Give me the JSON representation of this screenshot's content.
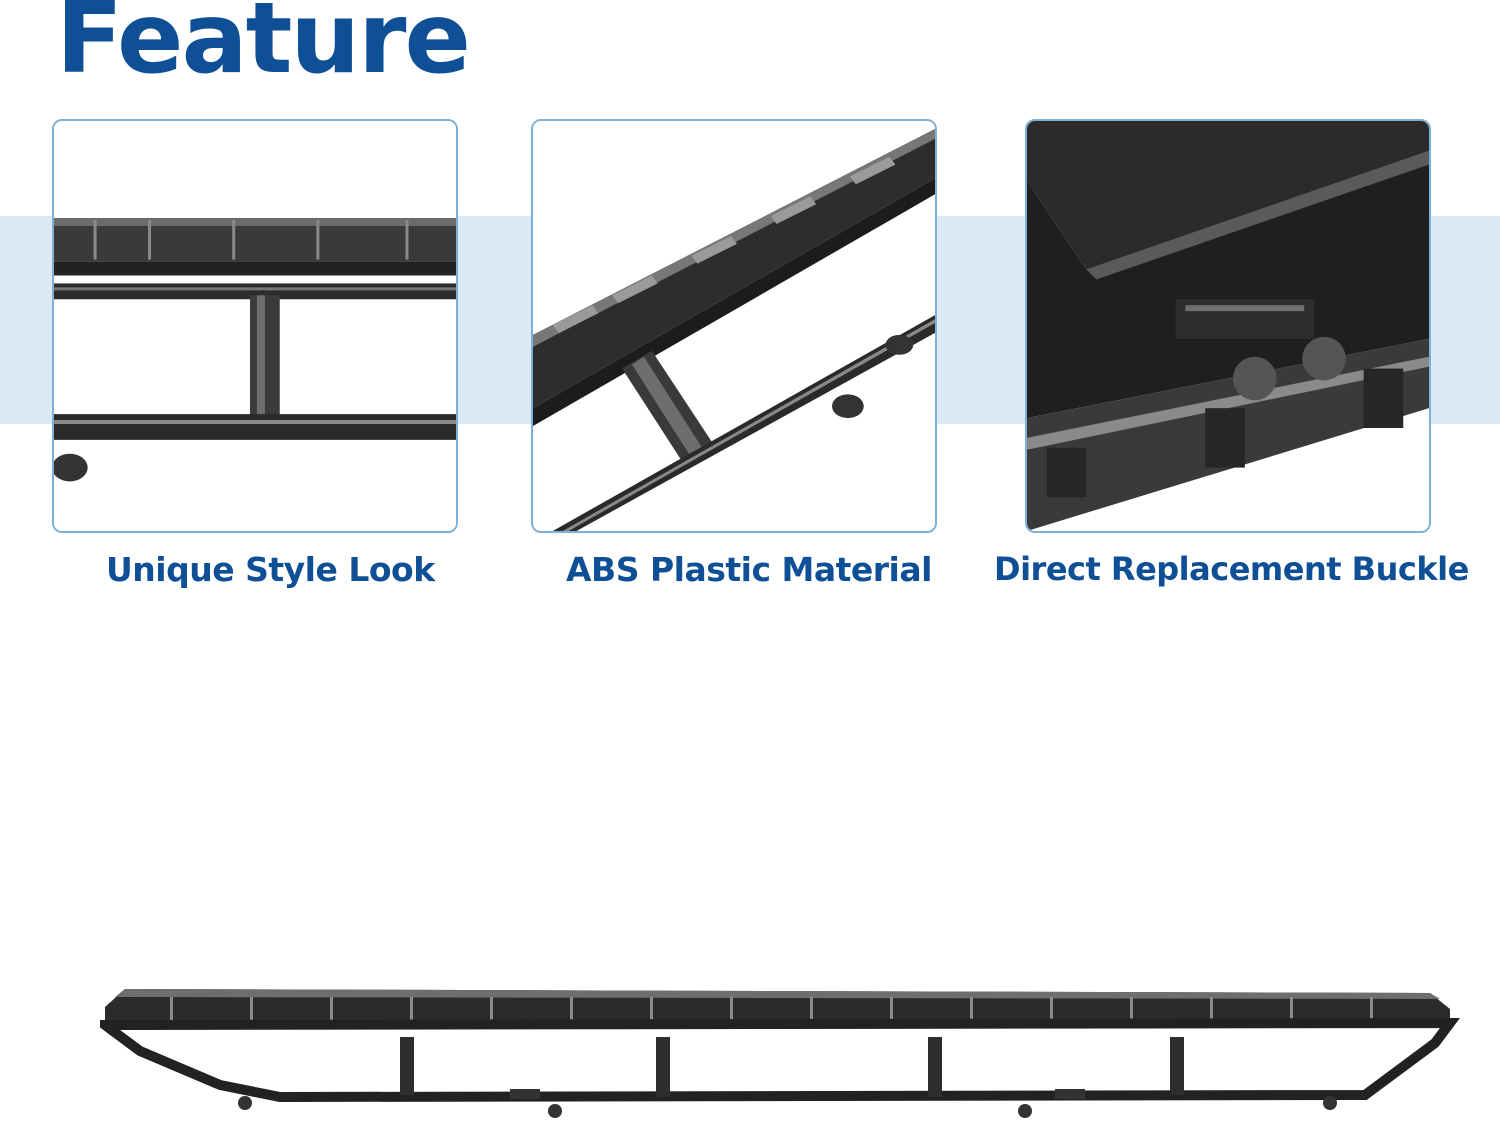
{
  "header": {
    "title": "Feature"
  },
  "features": [
    {
      "caption": "Unique Style Look"
    },
    {
      "caption": "ABS Plastic Material"
    },
    {
      "caption": "Direct Replacement Buckle"
    }
  ],
  "colors": {
    "brand_blue": "#0e4f96",
    "band_light_blue": "#d9e9f6",
    "card_border": "#7fb1d8",
    "plastic_black": "#2a2a2a"
  }
}
